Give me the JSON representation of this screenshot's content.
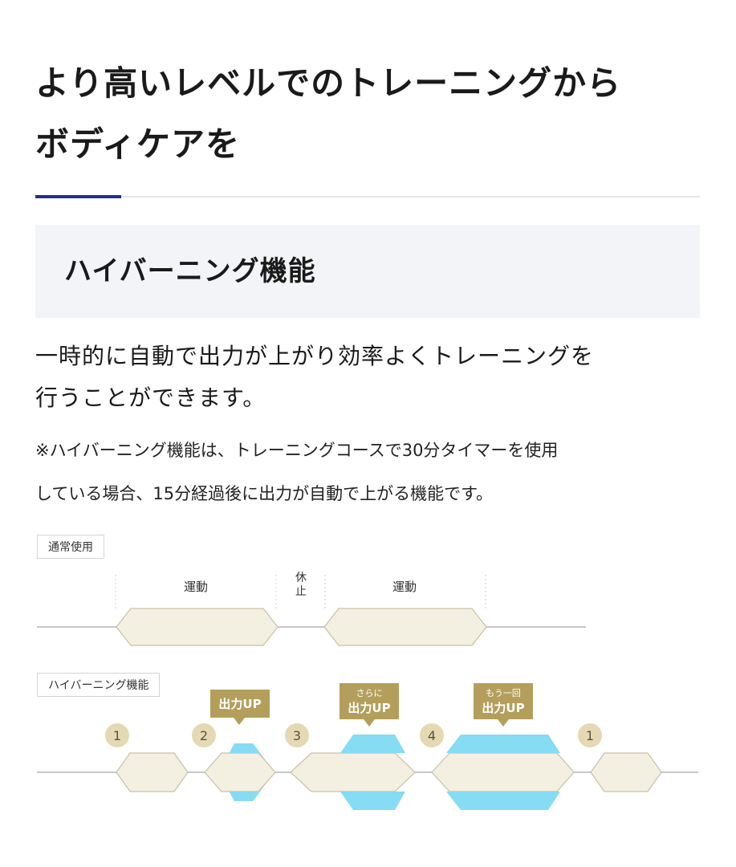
{
  "heading": {
    "line1": "より高いレベルでのトレーニングから",
    "line2": "ボディケアを"
  },
  "subheading": "ハイバーニング機能",
  "lead": {
    "line1": "一時的に自動で出力が上がり効率よくトレーニングを",
    "line2": "行うことができます。"
  },
  "note": {
    "line1": "※ハイバーニング機能は、トレーニングコースで30分タイマーを使用",
    "line2": "している場合、15分経過後に出力が自動で上がる機能です。"
  },
  "diagram": {
    "normal": {
      "tag": "通常使用",
      "exercise_label": "運動",
      "rest_label_top": "休",
      "rest_label_bottom": "止"
    },
    "hyper": {
      "tag": "ハイバーニング機能",
      "callout1": "出力UP",
      "callout2_small": "さらに",
      "callout2_main": "出力UP",
      "callout3_small": "もう一回",
      "callout3_main": "出力UP",
      "steps": [
        "1",
        "2",
        "3",
        "4",
        "1"
      ]
    },
    "colors": {
      "segment_fill": "#f3efe1",
      "segment_stroke": "#c9c0a6",
      "boost_fill": "#86dcf2",
      "callout_fill": "#b39f5b",
      "step_circle": "#e4d9b2",
      "baseline": "#c8c8c8"
    }
  }
}
